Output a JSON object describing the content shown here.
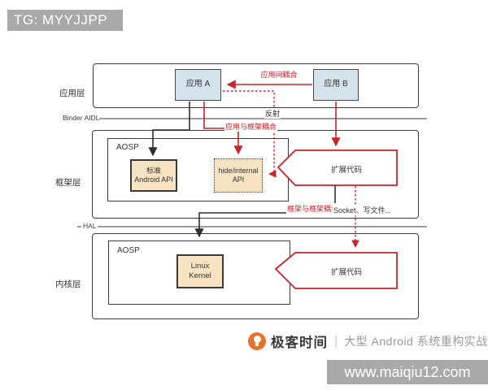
{
  "badge": {
    "text": "TG: MYYJJPP"
  },
  "watermark": {
    "text": "www.maiqiu12.com"
  },
  "footer": {
    "brand": "极客时间",
    "divider": "|",
    "course": "大型 Android 系统重构实战"
  },
  "layers": {
    "app": {
      "label": "应用层",
      "app_a": "应用 A",
      "app_b": "应用 B"
    },
    "binder": {
      "label": "Binder AIDL"
    },
    "framework": {
      "label": "框架层",
      "aosp_label": "AOSP",
      "std_api": "标准 Android API",
      "hide_api": "hide/internal API",
      "ext_code": "扩展代码"
    },
    "hal": {
      "label": "HAL"
    },
    "kernel": {
      "label": "内核层",
      "aosp_label": "AOSP",
      "linux_kernel": "Linux Kernel",
      "ext_code": "扩展代码"
    }
  },
  "annotations": {
    "app_coupling": "应用间耦合",
    "reflection": "反射",
    "app_framework_coupling": "应用与框架耦合",
    "framework_framework_coupling": "框架与框架耦合",
    "socket_note": "Socket、写文件..."
  },
  "colors": {
    "accent_red": "#c8242b",
    "box_blue": "#d5e3eb",
    "box_peach": "#f8e3c2",
    "badge_gray": "#a9a9a9",
    "brand_orange": "#e8712b"
  }
}
